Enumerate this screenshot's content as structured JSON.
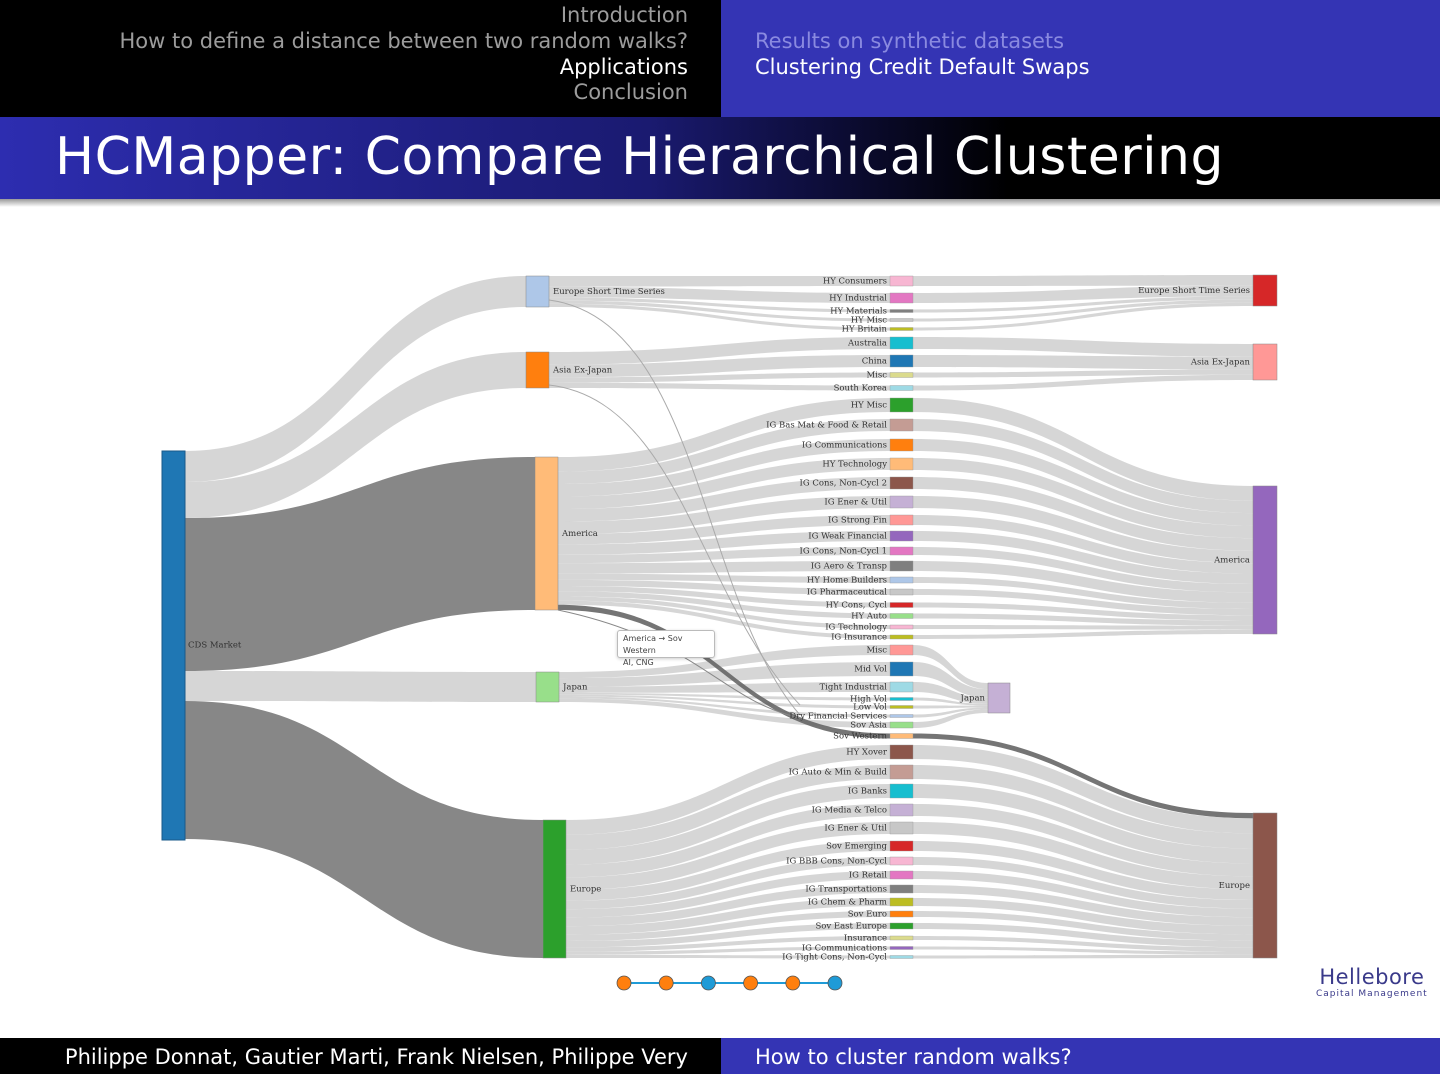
{
  "header": {
    "sections": [
      {
        "label": "Introduction",
        "current": false
      },
      {
        "label": "How to define a distance between two random walks?",
        "current": false
      },
      {
        "label": "Applications",
        "current": true
      },
      {
        "label": "Conclusion",
        "current": false
      }
    ],
    "subsections": [
      {
        "label": "Results on synthetic datasets",
        "current": false
      },
      {
        "label": "Clustering Credit Default Swaps",
        "current": true
      }
    ]
  },
  "title": "HCMapper: Compare Hierarchical Clustering",
  "sankey": {
    "root": {
      "name": "CDS Market",
      "color": "#1f77b4"
    },
    "left_clusters": [
      {
        "name": "Europe Short Time Series",
        "color": "#aec7e8",
        "value": 31
      },
      {
        "name": "Asia Ex-Japan",
        "color": "#ff7f0e",
        "value": 36
      },
      {
        "name": "America",
        "color": "#ffbb78",
        "value": 153
      },
      {
        "name": "Japan",
        "color": "#98df8a",
        "value": 30
      },
      {
        "name": "Europe",
        "color": "#2ca02c",
        "value": 138
      }
    ],
    "right_clusters": [
      {
        "name": "Europe Short Time Series",
        "color": "#d62728"
      },
      {
        "name": "Asia Ex-Japan",
        "color": "#ff9896"
      },
      {
        "name": "America",
        "color": "#9467bd"
      },
      {
        "name": "Japan",
        "color": "#c5b0d5"
      },
      {
        "name": "Europe",
        "color": "#8c564b"
      }
    ],
    "leaves": [
      {
        "name": "HY Consumers",
        "color": "#f7b6d2",
        "source": 0,
        "target": 0,
        "value": 10
      },
      {
        "name": "HY Industrial",
        "color": "#e377c2",
        "source": 0,
        "target": 0,
        "value": 10
      },
      {
        "name": "HY Materials",
        "color": "#7f7f7f",
        "source": 0,
        "target": 0,
        "value": 3
      },
      {
        "name": "HY Misc",
        "color": "#c7c7c7",
        "source": 0,
        "target": 0,
        "value": 3
      },
      {
        "name": "HY Britain",
        "color": "#bcbd22",
        "source": 0,
        "target": 0,
        "value": 3
      },
      {
        "name": "Australia",
        "color": "#17becf",
        "source": 1,
        "target": 1,
        "value": 12
      },
      {
        "name": "China",
        "color": "#1f77b4",
        "source": 1,
        "target": 1,
        "value": 12
      },
      {
        "name": "Misc",
        "color": "#dbdb8d",
        "source": 1,
        "target": 1,
        "value": 5
      },
      {
        "name": "South Korea",
        "color": "#9edae5",
        "source": 1,
        "target": 1,
        "value": 5
      },
      {
        "name": "HY Misc",
        "color": "#2ca02c",
        "source": 2,
        "target": 2,
        "value": 14
      },
      {
        "name": "IG Bas Mat & Food & Retail",
        "color": "#c49c94",
        "source": 2,
        "target": 2,
        "value": 12
      },
      {
        "name": "IG Communications",
        "color": "#ff7f0e",
        "source": 2,
        "target": 2,
        "value": 12
      },
      {
        "name": "HY Technology",
        "color": "#ffbb78",
        "source": 2,
        "target": 2,
        "value": 12
      },
      {
        "name": "IG Cons, Non-Cycl 2",
        "color": "#8c564b",
        "source": 2,
        "target": 2,
        "value": 12
      },
      {
        "name": "IG Ener & Util",
        "color": "#c5b0d5",
        "source": 2,
        "target": 2,
        "value": 12
      },
      {
        "name": "IG Strong Fin",
        "color": "#ff9896",
        "source": 2,
        "target": 2,
        "value": 10
      },
      {
        "name": "IG Weak Financial",
        "color": "#9467bd",
        "source": 2,
        "target": 2,
        "value": 10
      },
      {
        "name": "IG Cons, Non-Cycl 1",
        "color": "#e377c2",
        "source": 2,
        "target": 2,
        "value": 8
      },
      {
        "name": "IG Aero & Transp",
        "color": "#7f7f7f",
        "source": 2,
        "target": 2,
        "value": 10
      },
      {
        "name": "HY Home Builders",
        "color": "#aec7e8",
        "source": 2,
        "target": 2,
        "value": 6
      },
      {
        "name": "IG Pharmaceutical",
        "color": "#c7c7c7",
        "source": 2,
        "target": 2,
        "value": 6
      },
      {
        "name": "HY Cons, Cycl",
        "color": "#d62728",
        "source": 2,
        "target": 2,
        "value": 5
      },
      {
        "name": "HY Auto",
        "color": "#98df8a",
        "source": 2,
        "target": 2,
        "value": 5
      },
      {
        "name": "IG Technology",
        "color": "#f7b6d2",
        "source": 2,
        "target": 2,
        "value": 4
      },
      {
        "name": "IG Insurance",
        "color": "#bcbd22",
        "source": 2,
        "target": 2,
        "value": 4
      },
      {
        "name": "Misc",
        "color": "#ff9896",
        "source": 3,
        "target": 3,
        "value": 10
      },
      {
        "name": "Mid Vol",
        "color": "#1f77b4",
        "source": 3,
        "target": 3,
        "value": 14
      },
      {
        "name": "Tight Industrial",
        "color": "#9edae5",
        "source": 3,
        "target": 3,
        "value": 10
      },
      {
        "name": "High Vol",
        "color": "#17becf",
        "source": 3,
        "target": 3,
        "value": 3
      },
      {
        "name": "Low Vol",
        "color": "#bcbd22",
        "source": 3,
        "target": 3,
        "value": 3
      },
      {
        "name": "Dry Financial Services",
        "color": "#aec7e8",
        "source": 3,
        "target": 3,
        "value": 3
      },
      {
        "name": "Sov Asia",
        "color": "#98df8a",
        "source": 3,
        "target": 3,
        "value": 6
      },
      {
        "name": "Sov Western",
        "color": "#ffbb78",
        "source": 2,
        "target": 4,
        "value": 5
      },
      {
        "name": "HY Xover",
        "color": "#8c564b",
        "source": 4,
        "target": 4,
        "value": 14
      },
      {
        "name": "IG Auto & Min & Build",
        "color": "#c49c94",
        "source": 4,
        "target": 4,
        "value": 14
      },
      {
        "name": "IG Banks",
        "color": "#17becf",
        "source": 4,
        "target": 4,
        "value": 14
      },
      {
        "name": "IG Media & Telco",
        "color": "#c5b0d5",
        "source": 4,
        "target": 4,
        "value": 12
      },
      {
        "name": "IG Ener & Util",
        "color": "#c7c7c7",
        "source": 4,
        "target": 4,
        "value": 12
      },
      {
        "name": "Sov Emerging",
        "color": "#d62728",
        "source": 4,
        "target": 4,
        "value": 10
      },
      {
        "name": "IG BBB Cons, Non-Cycl",
        "color": "#f7b6d2",
        "source": 4,
        "target": 4,
        "value": 8
      },
      {
        "name": "IG Retail",
        "color": "#e377c2",
        "source": 4,
        "target": 4,
        "value": 8
      },
      {
        "name": "IG Transportations",
        "color": "#7f7f7f",
        "source": 4,
        "target": 4,
        "value": 8
      },
      {
        "name": "IG Chem & Pharm",
        "color": "#bcbd22",
        "source": 4,
        "target": 4,
        "value": 8
      },
      {
        "name": "Sov Euro",
        "color": "#ff7f0e",
        "source": 4,
        "target": 4,
        "value": 6
      },
      {
        "name": "Sov East Europe",
        "color": "#2ca02c",
        "source": 4,
        "target": 4,
        "value": 6
      },
      {
        "name": "Insurance",
        "color": "#dbdb8d",
        "source": 4,
        "target": 4,
        "value": 4
      },
      {
        "name": "IG Communications",
        "color": "#9467bd",
        "source": 4,
        "target": 4,
        "value": 3
      },
      {
        "name": "IG Tight Cons, Non-Cycl",
        "color": "#9edae5",
        "source": 4,
        "target": 4,
        "value": 3
      }
    ],
    "tooltip": {
      "line1": "America → Sov Western",
      "line2": "AI, CNG"
    }
  },
  "nav_dots": [
    {
      "color": "#ff7f0e"
    },
    {
      "color": "#ff7f0e"
    },
    {
      "color": "#1f9bd7"
    },
    {
      "color": "#ff7f0e"
    },
    {
      "color": "#ff7f0e"
    },
    {
      "color": "#1f9bd7"
    }
  ],
  "logo": {
    "name": "Hellebore",
    "sub": "Capital Management"
  },
  "footer": {
    "authors": "Philippe Donnat, Gautier Marti, Frank Nielsen, Philippe Very",
    "talk_title": "How to cluster random walks?"
  }
}
